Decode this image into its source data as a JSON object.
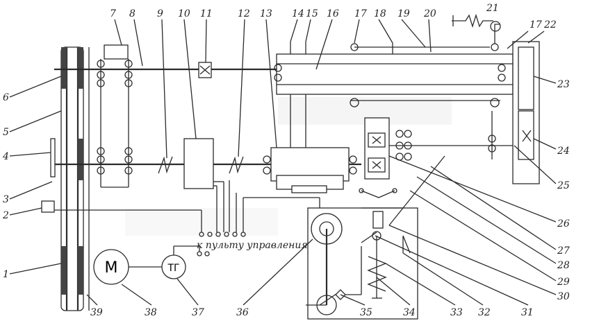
{
  "diagram": {
    "caption": "к пульту управления",
    "motor_symbol": "M",
    "tacho_symbol": "ТГ",
    "cross_mark": "X",
    "labels": [
      "1",
      "2",
      "3",
      "4",
      "5",
      "6",
      "7",
      "8",
      "9",
      "10",
      "11",
      "12",
      "13",
      "14",
      "15",
      "16",
      "17",
      "17",
      "18",
      "19",
      "20",
      "21",
      "22",
      "23",
      "24",
      "25",
      "26",
      "27",
      "28",
      "29",
      "30",
      "31",
      "32",
      "33",
      "34",
      "35",
      "36",
      "37",
      "38",
      "39"
    ]
  }
}
